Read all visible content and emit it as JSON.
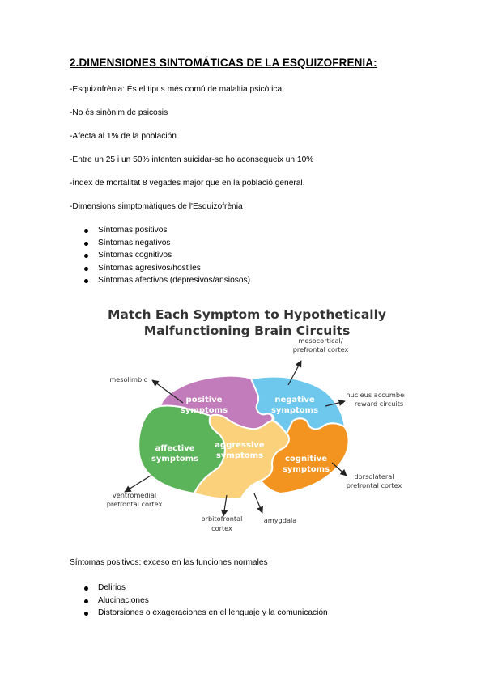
{
  "heading": "2.DIMENSIONES SINTOMÁTICAS DE LA ESQUIZOFRENIA:",
  "paragraphs": [
    "-Esquizofrènia: És el tipus més comú de malaltia psicòtica",
    "-No és sinònim de psicosis",
    "-Afecta al 1% de la población",
    "-Entre un 25  i un 50% intenten suicidar-se ho aconsegueix un 10%",
    "-Índex de mortalitat 8 vegades major que en la població general.",
    "-Dimensions simptomàtiques de l'Esquizofrènia"
  ],
  "symptom_list": [
    "Síntomas positivos",
    "Síntomas negativos",
    "Síntomas cognitivos",
    "Síntomas agresivos/hostiles",
    "Síntomas afectivos (depresivos/ansiosos)"
  ],
  "figure": {
    "title_line1": "Match Each Symptom to Hypothetically",
    "title_line2": "Malfunctioning Brain Circuits",
    "pieces": {
      "positive": [
        "positive",
        "symptoms"
      ],
      "negative": [
        "negative",
        "symptoms"
      ],
      "affective": [
        "affective",
        "symptoms"
      ],
      "aggressive": [
        "aggressive",
        "symptoms"
      ],
      "cognitive": [
        "cognitive",
        "symptoms"
      ]
    },
    "colors": {
      "positive": "#c27bbb",
      "negative": "#6ec8ee",
      "affective": "#5bb35a",
      "aggressive": "#fbd27b",
      "cognitive": "#f49420"
    },
    "labels": {
      "mesolimbic": [
        "mesolimbic"
      ],
      "mesocortical": [
        "mesocortical/",
        "prefrontal cortex"
      ],
      "nucleus": [
        "nucleus accumbens",
        "reward circuits"
      ],
      "dorsolateral": [
        "dorsolateral",
        "prefrontal cortex"
      ],
      "ventromedial": [
        "ventromedial",
        "prefrontal cortex"
      ],
      "orbitofrontal": [
        "orbitofrontal",
        "cortex"
      ],
      "amygdala": [
        "amygdala"
      ]
    }
  },
  "positive_section": {
    "intro": "Síntomas positivos: exceso en las funciones normales",
    "items": [
      "Delirios",
      "Alucinaciones",
      "Distorsiones o exageraciones en el lenguaje y la comunicación"
    ]
  }
}
